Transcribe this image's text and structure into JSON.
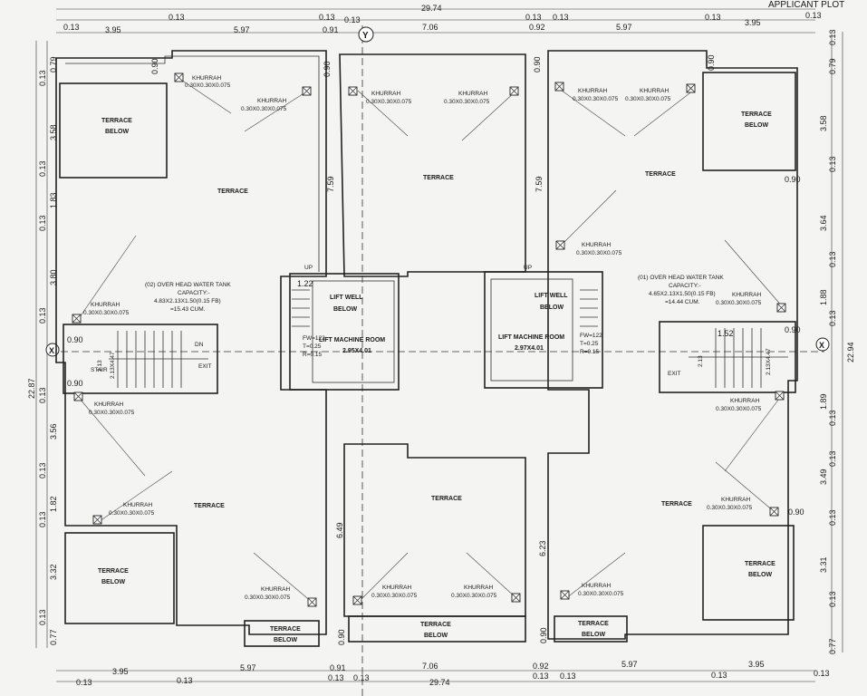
{
  "header": {
    "corner_label": "APPLICANT PLOT"
  },
  "dims": {
    "top_overall": "29.74",
    "bottom_overall": "29.74",
    "top_row1": [
      "0.13",
      "0.13",
      "0.13",
      "0.13",
      "0.13",
      "0.13",
      "0.13",
      "0.13"
    ],
    "top_row2": [
      "3.95",
      "5.97",
      "0.91",
      "7.06",
      "0.92",
      "5.97",
      "3.95"
    ],
    "bottom_row1": [
      "3.95",
      "5.97",
      "0.91",
      "7.06",
      "0.92",
      "5.97",
      "3.95"
    ],
    "bottom_row2": [
      "0.13",
      "0.13",
      "0.13",
      "0.13",
      "0.13",
      "0.13",
      "0.13",
      "0.13"
    ],
    "left_overall": "22.87",
    "right_overall": "22.94",
    "left_inner": [
      "0.13",
      "0.79",
      "3.58",
      "0.13",
      "1.83",
      "0.13",
      "3.80",
      "0.13",
      "0.13",
      "3.56",
      "0.13",
      "1.82",
      "0.13",
      "3.32",
      "0.13",
      "0.77"
    ],
    "right_inner": [
      "0.13",
      "0.79",
      "3.58",
      "0.13",
      "3.64",
      "0.13",
      "1.88",
      "0.13",
      "0.13",
      "1.89",
      "0.13",
      "3.49",
      "0.13",
      "3.31",
      "0.13",
      "0.77"
    ],
    "inner": [
      "0.90",
      "0.90",
      "0.90",
      "0.90",
      "0.90",
      "0.90",
      "0.90",
      "0.90",
      "0.90",
      "0.90",
      "7.59",
      "7.59",
      "6.49",
      "6.23",
      "0.90",
      "0.90",
      "0.90",
      "0.90",
      "1.22",
      "1.52",
      "2.13",
      "2.13",
      "2.13X4.47",
      "2.13X4.47"
    ]
  },
  "axis_marks": [
    "Y",
    "X",
    "X"
  ],
  "rooms": {
    "terrace": "TERRACE",
    "terrace_below": [
      "TERRACE",
      "BELOW"
    ],
    "lift_well": [
      "LIFT WELL",
      "BELOW"
    ],
    "lift_machine_left": [
      "LIFT MACHINE ROOM",
      "2.95X4.01"
    ],
    "lift_machine_right": [
      "LIFT MACHINE ROOM",
      "2.97X4.01"
    ],
    "stair": "STAIR",
    "up": "UP",
    "dn": "DN",
    "exit": "EXIT"
  },
  "khurrah": {
    "name": "KHURRAH",
    "size": "0.30X0.30X0.075",
    "alt_name": "KHURRAH"
  },
  "tanks": {
    "left": [
      "(02) OVER HEAD WATER TANK",
      "CAPACITY:-",
      "4.83X2.13X1.50(0.15 FB)",
      "=15.43 CUM."
    ],
    "right": [
      "(01) OVER HEAD WATER TANK",
      "CAPACITY:-",
      "4.65X2.13X1.50(0.15 FB)",
      "=14.44 CUM."
    ]
  },
  "stair_notes": [
    "FW=122",
    "T=0.25",
    "R=0.15"
  ]
}
